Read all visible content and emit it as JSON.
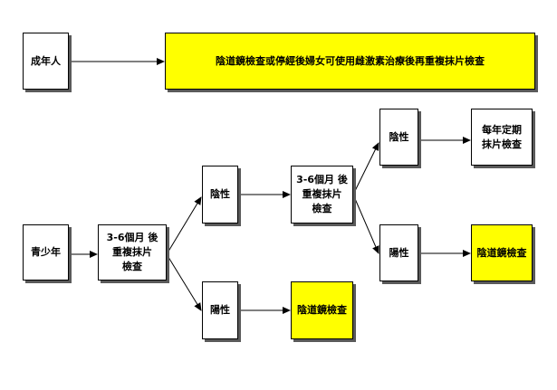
{
  "colors": {
    "highlight": "#ffff00",
    "box": "#ffffff",
    "line": "#000000"
  },
  "nodes": {
    "adult": "成年人",
    "adult_result": "陰道鏡檢查或停經後婦女可使用雌激素治療後再重複抹片檢查",
    "teen": "青少年",
    "repeat1": "3-6個月 後\n重複抹片\n檢查",
    "neg1": "陰性",
    "pos1": "陽性",
    "pos1_result": "陰道鏡檢查",
    "repeat2": "3-6個月 後\n重複抹片\n檢查",
    "neg2": "陰性",
    "neg2_result": "每年定期\n抹片檢查",
    "pos2": "陽性",
    "pos2_result": "陰道鏡檢查"
  }
}
